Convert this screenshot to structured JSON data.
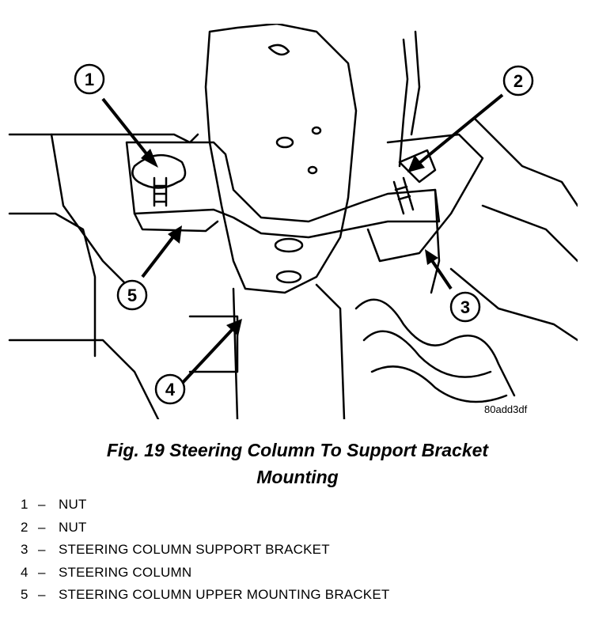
{
  "figure": {
    "callouts": [
      {
        "id": "1",
        "label": "1"
      },
      {
        "id": "2",
        "label": "2"
      },
      {
        "id": "3",
        "label": "3"
      },
      {
        "id": "4",
        "label": "4"
      },
      {
        "id": "5",
        "label": "5"
      }
    ],
    "code": "80add3df"
  },
  "caption": {
    "line1": "Fig. 19 Steering Column To Support Bracket",
    "line2": "Mounting"
  },
  "legend": [
    {
      "num": "1",
      "dash": "–",
      "text": "NUT"
    },
    {
      "num": "2",
      "dash": "–",
      "text": "NUT"
    },
    {
      "num": "3",
      "dash": "–",
      "text": "STEERING COLUMN SUPPORT BRACKET"
    },
    {
      "num": "4",
      "dash": "–",
      "text": "STEERING COLUMN"
    },
    {
      "num": "5",
      "dash": "–",
      "text": "STEERING COLUMN UPPER MOUNTING BRACKET"
    }
  ]
}
